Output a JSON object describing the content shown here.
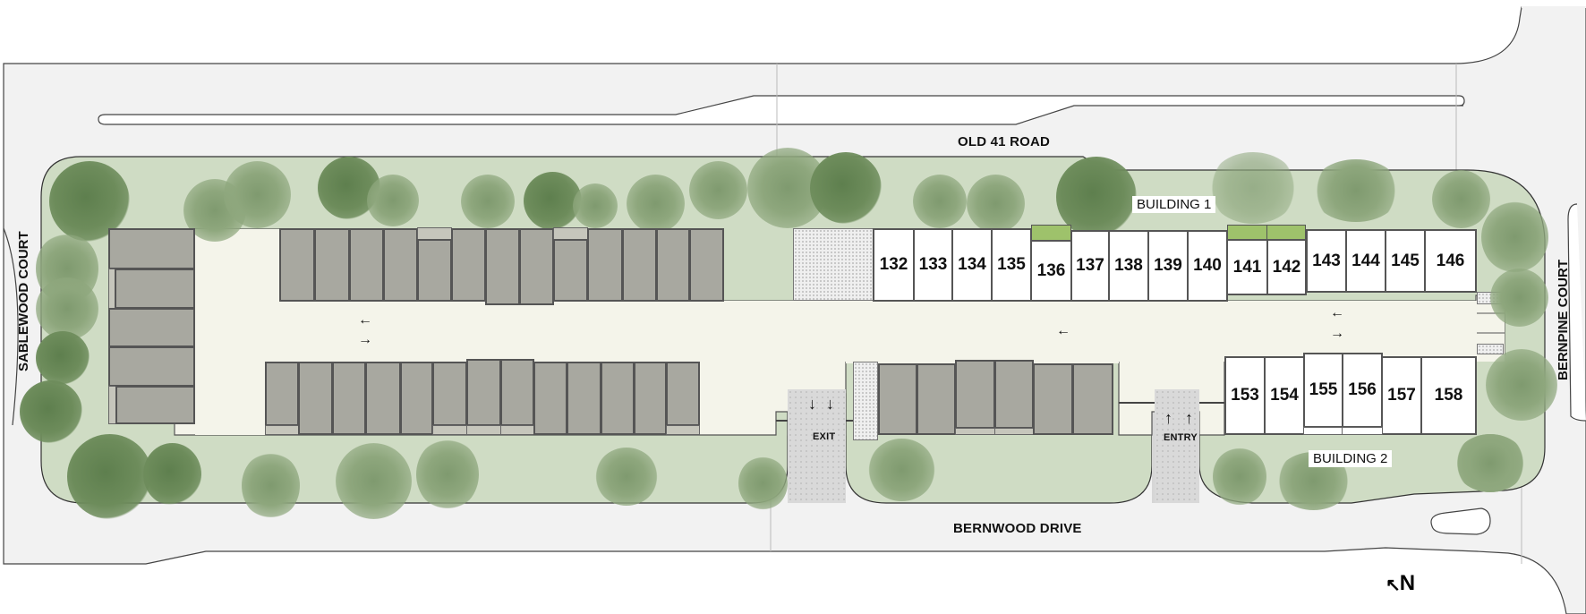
{
  "streets": {
    "north": "OLD 41 ROAD",
    "south": "BERNWOOD DRIVE",
    "west": "SABLEWOOD COURT",
    "east": "BERNPINE COURT"
  },
  "buildings": [
    {
      "label": "BUILDING 1",
      "units": [
        "132",
        "133",
        "134",
        "135",
        "136",
        "137",
        "138",
        "139",
        "140",
        "141",
        "142",
        "143",
        "144",
        "145",
        "146"
      ]
    },
    {
      "label": "BUILDING 2",
      "units": [
        "153",
        "154",
        "155",
        "156",
        "157",
        "158"
      ]
    }
  ],
  "access": {
    "exit_label": "EXIT",
    "entry_label": "ENTRY",
    "exit_arrows": [
      "↓",
      "↓"
    ],
    "entry_arrows": [
      "↑",
      "↑"
    ]
  },
  "drive_arrows": {
    "west": [
      "←",
      "→"
    ],
    "center": [
      "←"
    ],
    "east": [
      "←",
      "→"
    ]
  },
  "compass": {
    "arrow": "↖",
    "label": "N"
  },
  "colors": {
    "landscape": "#cfdcc4",
    "drive": "#f4f4ea",
    "road": "#f2f2f2",
    "existing_building": "#a8a8a0",
    "new_unit": "#ffffff",
    "green_roof": "#9ec26b",
    "outline": "#555555"
  }
}
